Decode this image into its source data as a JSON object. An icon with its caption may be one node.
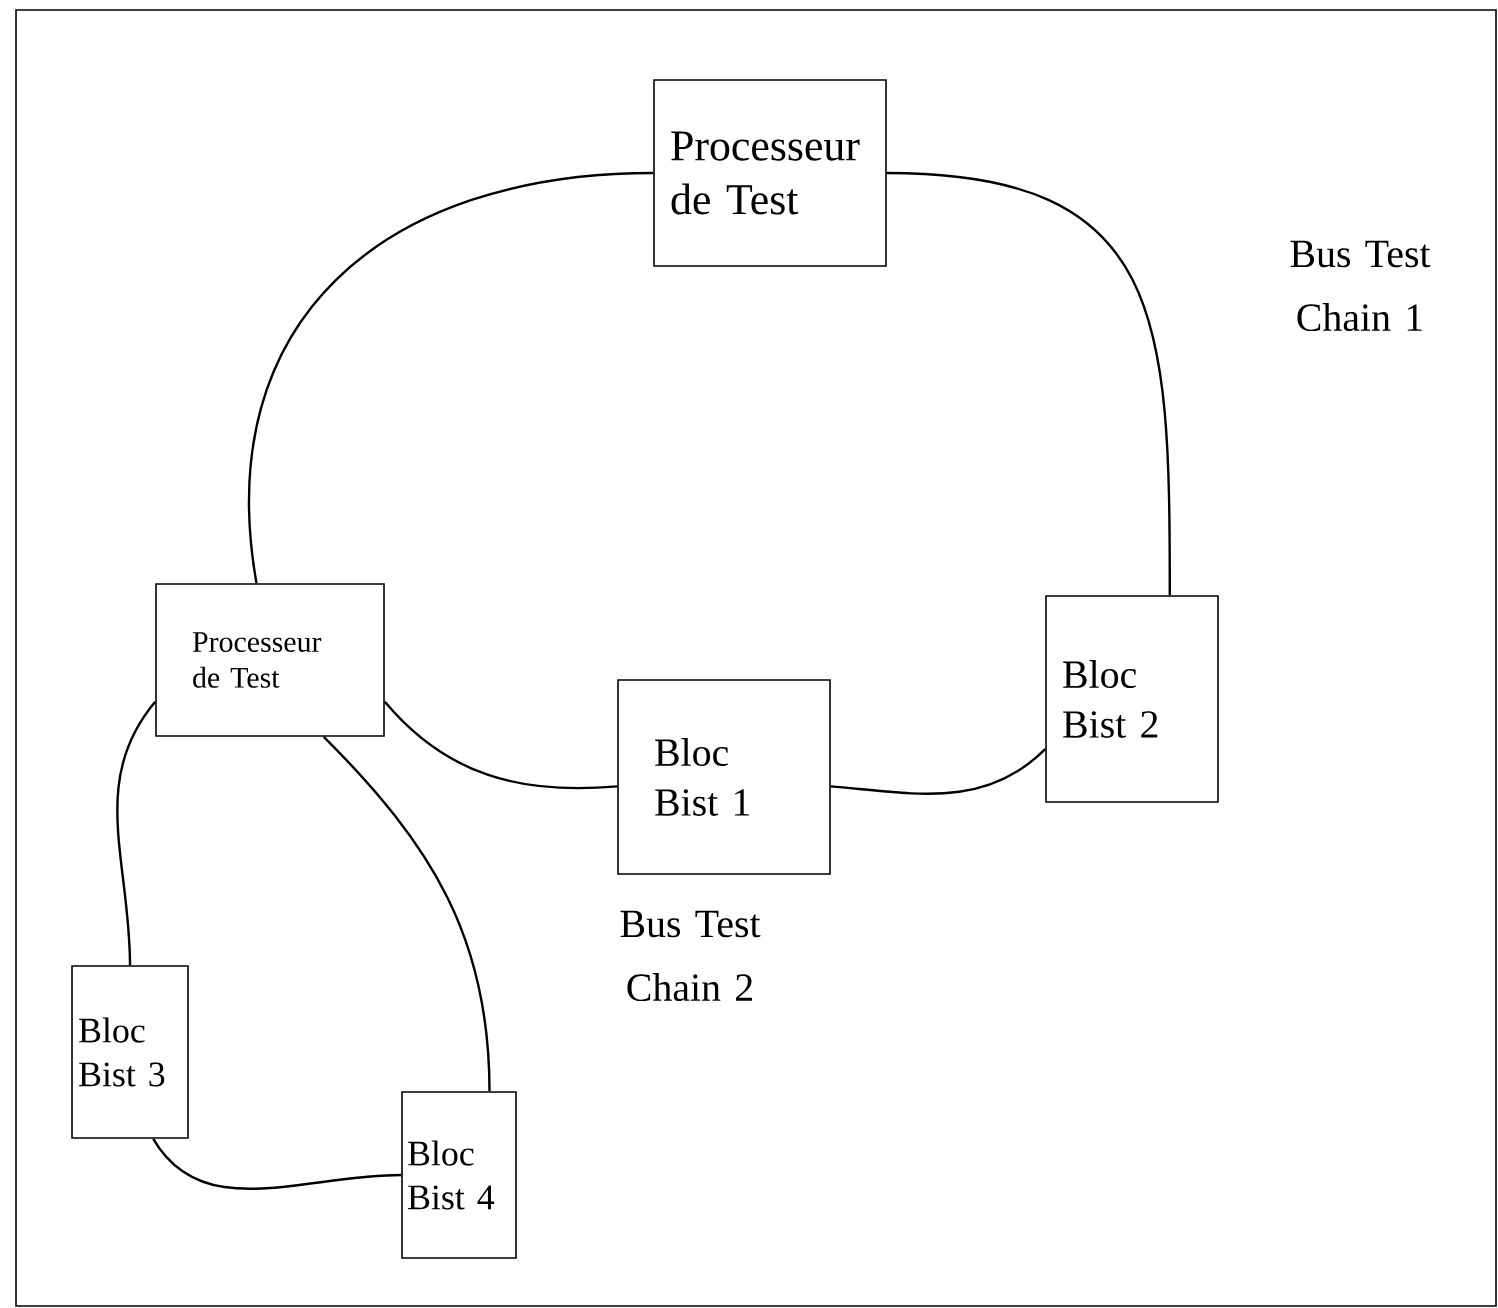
{
  "diagram": {
    "nodes": [
      {
        "text": [
          "Processeur de Test"
        ]
      },
      {
        "text": [
          "Processeur de Test"
        ]
      },
      {
        "text": [
          "Bloc Bist 1"
        ]
      },
      {
        "text": [
          "Bloc Bist 2"
        ]
      },
      {
        "text": [
          "Bloc Bist 3"
        ]
      },
      {
        "text": [
          "Bloc Bist 4"
        ]
      }
    ],
    "edges": [
      {
        "from": 0,
        "to": 3,
        "arrow": "none"
      },
      {
        "from": 3,
        "to": 2,
        "arrow": "none"
      },
      {
        "from": 2,
        "to": 1,
        "arrow": "none"
      },
      {
        "from": 1,
        "to": 0,
        "arrow": "none"
      },
      {
        "from": 1,
        "to": 4,
        "arrow": "none"
      },
      {
        "from": 4,
        "to": 5,
        "arrow": "none"
      },
      {
        "from": 5,
        "to": 1,
        "arrow": "none"
      }
    ],
    "labels": [
      "Bus Test Chain 1",
      "Bus Test Chain 2"
    ]
  }
}
